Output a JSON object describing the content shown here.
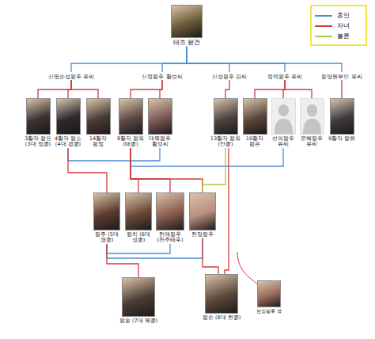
{
  "diagram": {
    "nodes": [
      {
        "text": [
          "태조 왕건"
        ]
      },
      {
        "text": [
          "신명순성왕후 유씨"
        ]
      },
      {
        "text": [
          "신정왕후 황보씨"
        ]
      },
      {
        "text": [
          "신성왕후 김씨"
        ]
      },
      {
        "text": [
          "정덕왕후 유씨"
        ]
      },
      {
        "text": [
          "동양원부인 유씨"
        ]
      },
      {
        "text": [
          "3황자 왕요 (3대 정종)"
        ]
      },
      {
        "text": [
          "4황자 왕소 (4대 광종)"
        ]
      },
      {
        "text": [
          "14황자 왕정"
        ]
      },
      {
        "text": [
          "8황자 왕욱 (태종)"
        ]
      },
      {
        "text": [
          "대목왕후 황보씨"
        ]
      },
      {
        "text": [
          "13황자 왕욱 (안종)"
        ]
      },
      {
        "text": [
          "10황자 왕은"
        ]
      },
      {
        "text": [
          "선의왕후 유씨"
        ]
      },
      {
        "text": [
          "문혜왕후 유씨"
        ]
      },
      {
        "text": [
          "9황자 왕원"
        ]
      },
      {
        "text": [
          "왕주 (5대 경종)"
        ]
      },
      {
        "text": [
          "왕치 (6대 성종)"
        ]
      },
      {
        "text": [
          "헌애왕후 (천추태후)"
        ]
      },
      {
        "text": [
          "헌정왕후"
        ]
      },
      {
        "text": [
          "왕송 (7대 목종)"
        ]
      },
      {
        "text": [
          "왕순 (8대 현종)"
        ]
      },
      {
        "text": [
          "헌정왕후 역"
        ]
      }
    ],
    "edges": [
      {
        "from": 0,
        "to": 1,
        "arrow": "none"
      },
      {
        "from": 0,
        "to": 2,
        "arrow": "none"
      },
      {
        "from": 0,
        "to": 3,
        "arrow": "none"
      },
      {
        "from": 0,
        "to": 4,
        "arrow": "none"
      },
      {
        "from": 0,
        "to": 5,
        "arrow": "none"
      },
      {
        "from": 1,
        "to": 6,
        "arrow": "none"
      },
      {
        "from": 1,
        "to": 7,
        "arrow": "none"
      },
      {
        "from": 1,
        "to": 8,
        "arrow": "none"
      },
      {
        "from": 2,
        "to": 9,
        "arrow": "none"
      },
      {
        "from": 2,
        "to": 10,
        "arrow": "none"
      },
      {
        "from": 3,
        "to": 11,
        "arrow": "none"
      },
      {
        "from": 4,
        "to": 12,
        "arrow": "none"
      },
      {
        "from": 4,
        "to": 13,
        "arrow": "none"
      },
      {
        "from": 4,
        "to": 14,
        "arrow": "none"
      },
      {
        "from": 5,
        "to": 15,
        "arrow": "none"
      },
      {
        "from": 7,
        "to": 10,
        "arrow": "none"
      },
      {
        "from": 9,
        "to": 13,
        "arrow": "none"
      },
      {
        "from": 7,
        "to": 16,
        "arrow": "none"
      },
      {
        "from": 9,
        "to": 17,
        "arrow": "none"
      },
      {
        "from": 9,
        "to": 18,
        "arrow": "none"
      },
      {
        "from": 9,
        "to": 19,
        "arrow": "none"
      },
      {
        "from": 11,
        "to": 19,
        "arrow": "none"
      },
      {
        "from": 16,
        "to": 18,
        "arrow": "none"
      },
      {
        "from": 16,
        "to": 19,
        "arrow": "none"
      },
      {
        "from": 16,
        "to": 20,
        "arrow": "none"
      },
      {
        "from": 19,
        "to": 21,
        "arrow": "none"
      },
      {
        "from": 11,
        "to": 21,
        "arrow": "none"
      }
    ],
    "legend": [
      {
        "text": "혼인",
        "color": "#4a8fd6"
      },
      {
        "text": "자녀",
        "color": "#d03c3c"
      },
      {
        "text": "불륜",
        "color": "#a5cc3a"
      }
    ]
  }
}
